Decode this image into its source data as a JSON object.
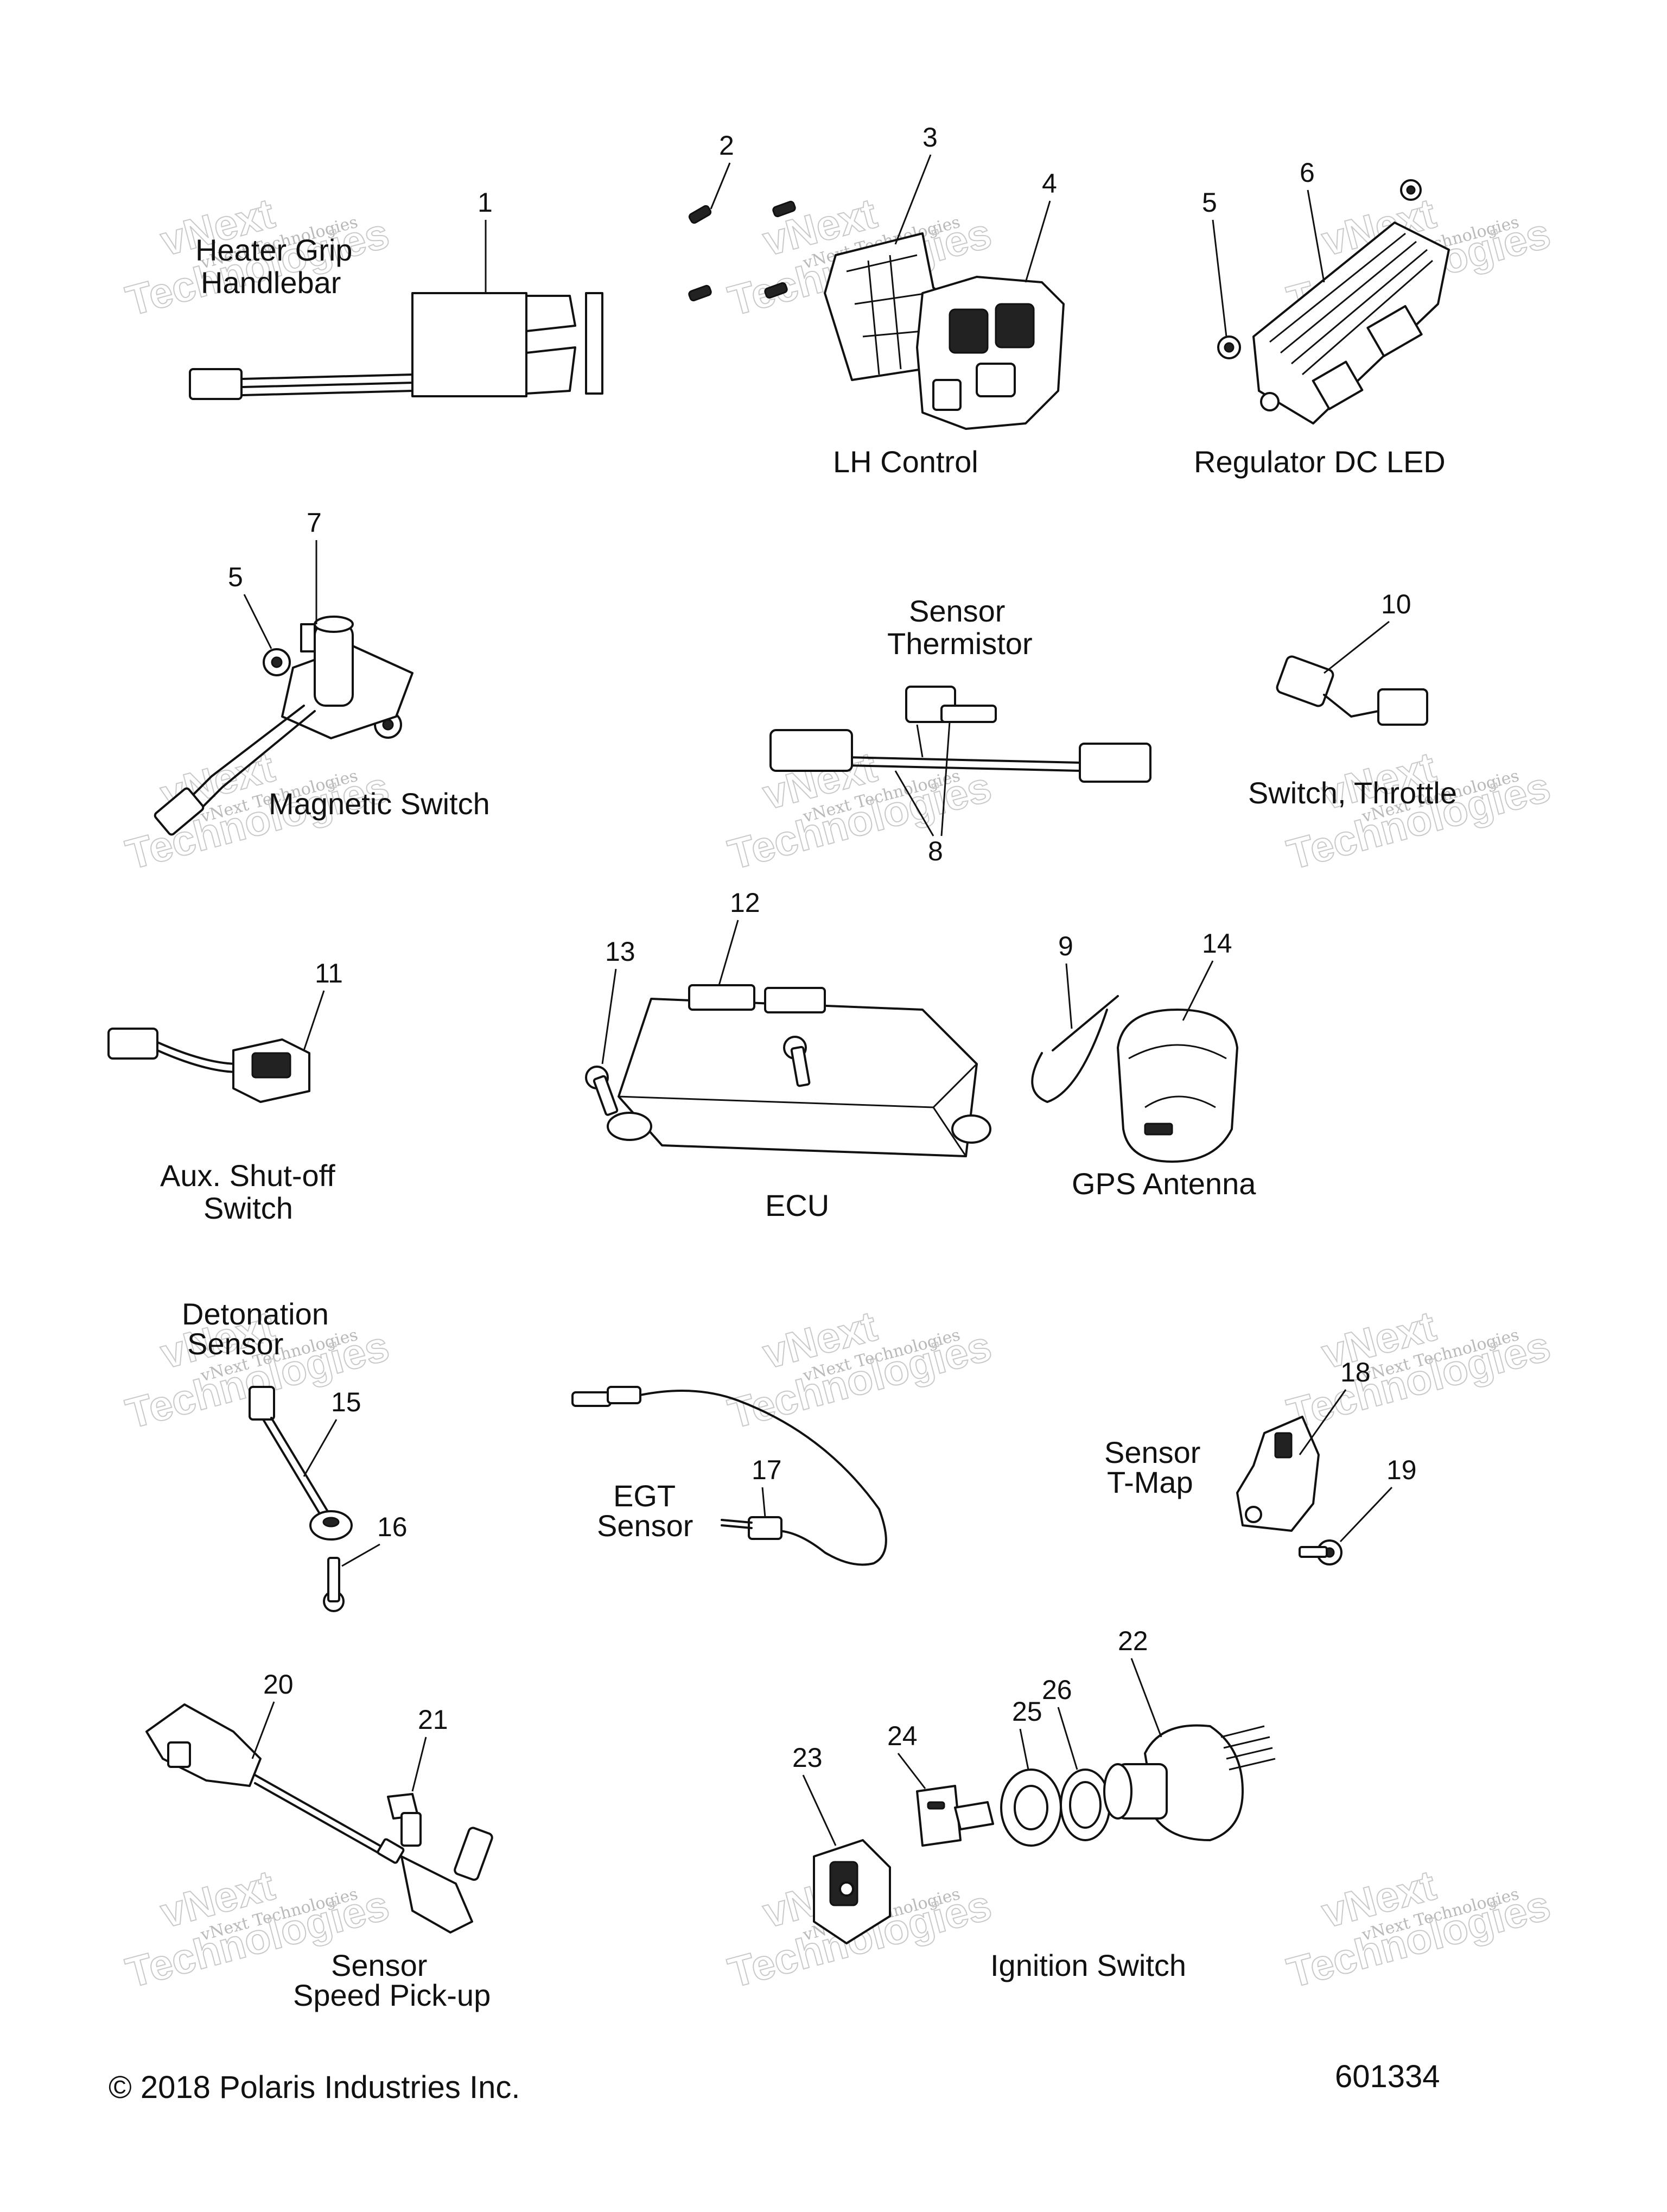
{
  "captions": {
    "heater_grip": "Heater Grip",
    "handlebar": "Handlebar",
    "lh_control": "LH Control",
    "regulator": "Regulator DC LED",
    "magnetic_switch": "Magnetic Switch",
    "sensor_thermistor_1": "Sensor",
    "sensor_thermistor_2": "Thermistor",
    "switch_throttle": "Switch, Throttle",
    "aux_1": "Aux. Shut-off",
    "aux_2": "Switch",
    "ecu": "ECU",
    "gps": "GPS Antenna",
    "detonation_1": "Detonation",
    "detonation_2": "Sensor",
    "egt_1": "EGT",
    "egt_2": "Sensor",
    "tmap_1": "Sensor",
    "tmap_2": "T-Map",
    "speed_1": "Sensor",
    "speed_2": "Speed Pick-up",
    "ignition": "Ignition Switch"
  },
  "callouts": {
    "n1": "1",
    "n2": "2",
    "n3": "3",
    "n4": "4",
    "n5a": "5",
    "n6": "6",
    "n5b": "5",
    "n7": "7",
    "n8": "8",
    "n9": "9",
    "n10": "10",
    "n11": "11",
    "n12": "12",
    "n13": "13",
    "n14": "14",
    "n15": "15",
    "n16": "16",
    "n17": "17",
    "n18": "18",
    "n19": "19",
    "n20": "20",
    "n21": "21",
    "n22": "22",
    "n23": "23",
    "n24": "24",
    "n25": "25",
    "n26": "26"
  },
  "watermark": {
    "line1": "vNext Technologies",
    "line2": "vNext",
    "line3": "Technologies"
  },
  "footer": {
    "copyright": "© 2018 Polaris Industries Inc.",
    "figure_number": "601334"
  }
}
